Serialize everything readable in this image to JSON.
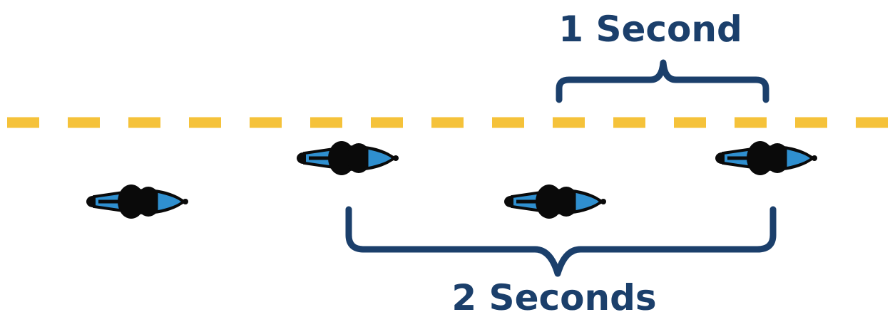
{
  "labels": {
    "top": "1 Second",
    "bottom": "2 Seconds"
  },
  "colors": {
    "lane_line": "#f5c23a",
    "brace": "#1b3f6b",
    "label_text": "#1b3f6b",
    "motorcycle_body": "#2f8fcf",
    "motorcycle_rider": "#0a0a0a"
  },
  "motorcycles": [
    {
      "name": "motorcycle-1"
    },
    {
      "name": "motorcycle-2"
    },
    {
      "name": "motorcycle-3"
    },
    {
      "name": "motorcycle-4"
    }
  ]
}
